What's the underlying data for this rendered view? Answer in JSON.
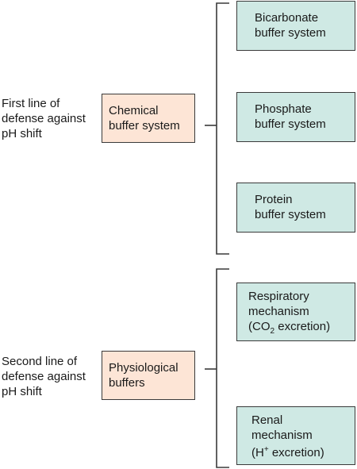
{
  "groups": [
    {
      "side_label": [
        "First line of",
        "defense against",
        "pH shift"
      ],
      "center_label": [
        "Chemical",
        "buffer system"
      ],
      "items": [
        {
          "lines": [
            "Bicarbonate",
            "buffer system"
          ]
        },
        {
          "lines": [
            "Phosphate",
            "buffer system"
          ]
        },
        {
          "lines": [
            "Protein",
            "buffer system"
          ]
        }
      ]
    },
    {
      "side_label": [
        "Second line of",
        "defense against",
        "pH shift"
      ],
      "center_label": [
        "Physiological",
        "buffers"
      ],
      "items": [
        {
          "lines": [
            "Respiratory",
            "mechanism"
          ],
          "formula": {
            "open": "(CO",
            "sub": "2",
            "close": " excretion)"
          }
        },
        {
          "lines": [
            "Renal",
            "mechanism"
          ],
          "formula": {
            "open": "(H",
            "sup": "+",
            "close": " excretion)"
          }
        }
      ]
    }
  ],
  "colors": {
    "orange_box": "#fde5d6",
    "teal_box": "#cfe9e4",
    "line": "#3a3a3a"
  }
}
